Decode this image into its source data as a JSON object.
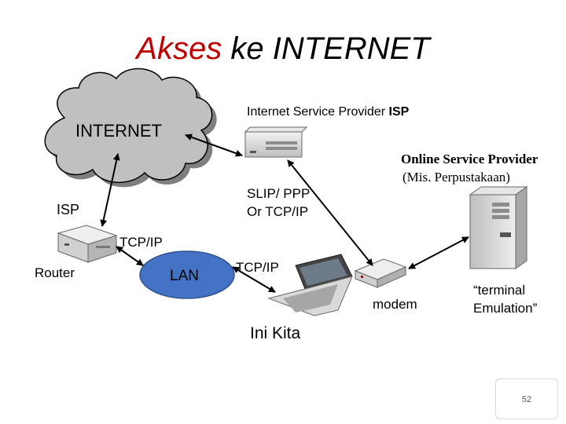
{
  "title": {
    "highlight": "Akses",
    "rest": "ke INTERNET"
  },
  "labels": {
    "isp_provider_prefix": "Internet Service Provider ",
    "isp_provider_bold": "ISP",
    "internet": "INTERNET",
    "online_provider": "Online Service Provider",
    "online_provider_example": "(Mis. Perpustakaan)",
    "slip_line1": "SLIP/ PPP",
    "slip_line2": "Or TCP/IP",
    "isp": "ISP",
    "tcpip_upper": "TCP/IP",
    "router": "Router",
    "lan": "LAN",
    "tcpip_lower": "TCP/IP",
    "modem": "modem",
    "terminal_line1": "“terminal",
    "terminal_line2": "Emulation”",
    "ini_kita": "Ini Kita"
  },
  "page_number": "52",
  "colors": {
    "title_highlight": "#c00000",
    "cloud_fill": "#c0c0c0",
    "lan_fill": "#4472c4",
    "device_gray": "#d9d9d9"
  }
}
